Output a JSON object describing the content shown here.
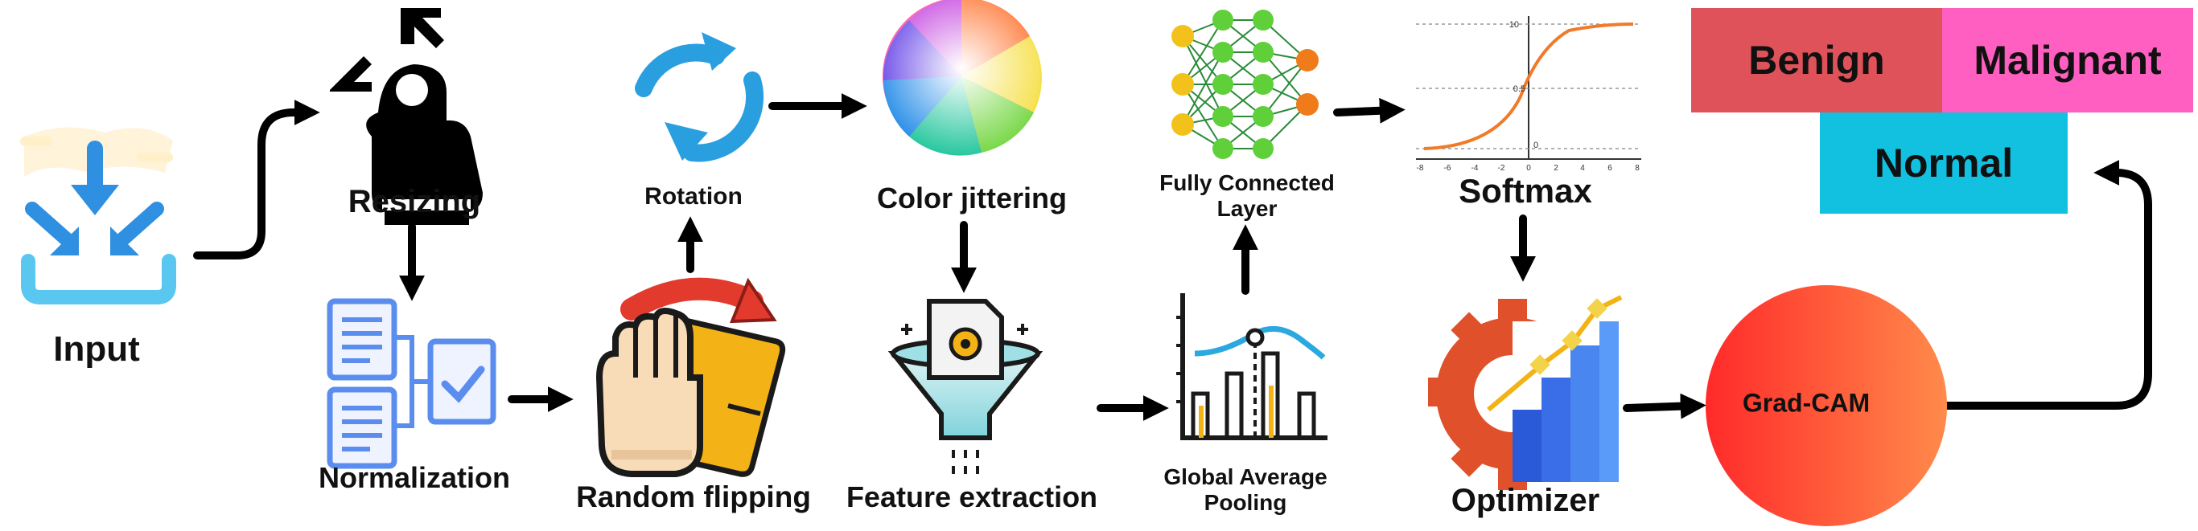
{
  "nodes": {
    "input": "Input",
    "resizing": "Resizing",
    "normalization": "Normalization",
    "random_flipping": "Random flipping",
    "rotation": "Rotation",
    "color_jittering": "Color jittering",
    "feature_extraction": "Feature extraction",
    "global_average_pooling": [
      "Global Average",
      "Pooling"
    ],
    "fully_connected_layer": [
      "Fully Connected",
      "Layer"
    ],
    "softmax": "Softmax",
    "optimizer": "Optimizer",
    "grad_cam": "Grad-CAM"
  },
  "classes": {
    "benign": "Benign",
    "malignant": "Malignant",
    "normal": "Normal"
  },
  "sigmoid_axis": {
    "y_ticks": [
      "10",
      "0.5",
      "0"
    ],
    "x_ticks": [
      "-8",
      "-6",
      "-4",
      "-2",
      "0",
      "2",
      "4",
      "6",
      "8"
    ]
  },
  "colors": {
    "benign": "#e0525a",
    "malignant": "#ff5fc0",
    "normal": "#12c0e0",
    "grad_cam_start": "#ff2a2a",
    "grad_cam_end": "#ff8a4a",
    "arrow": "#000000",
    "icon_blue": "#2a8fe0",
    "icon_orange": "#f07b2a"
  }
}
